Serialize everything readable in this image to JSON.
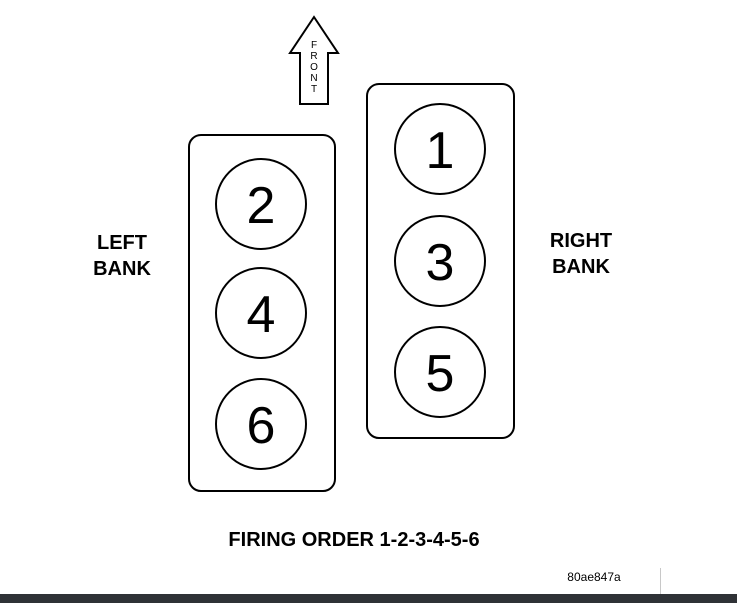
{
  "front_label": "FRONT",
  "left_bank_label": [
    "LEFT",
    "BANK"
  ],
  "right_bank_label": [
    "RIGHT",
    "BANK"
  ],
  "left_bank_cylinders": [
    "2",
    "4",
    "6"
  ],
  "right_bank_cylinders": [
    "1",
    "3",
    "5"
  ],
  "firing_order": "FIRING ORDER 1-2-3-4-5-6",
  "figure_code": "80ae847a",
  "colors": {
    "ink": "#000000",
    "background": "#ffffff",
    "bottom_bar": "#2f3236"
  }
}
